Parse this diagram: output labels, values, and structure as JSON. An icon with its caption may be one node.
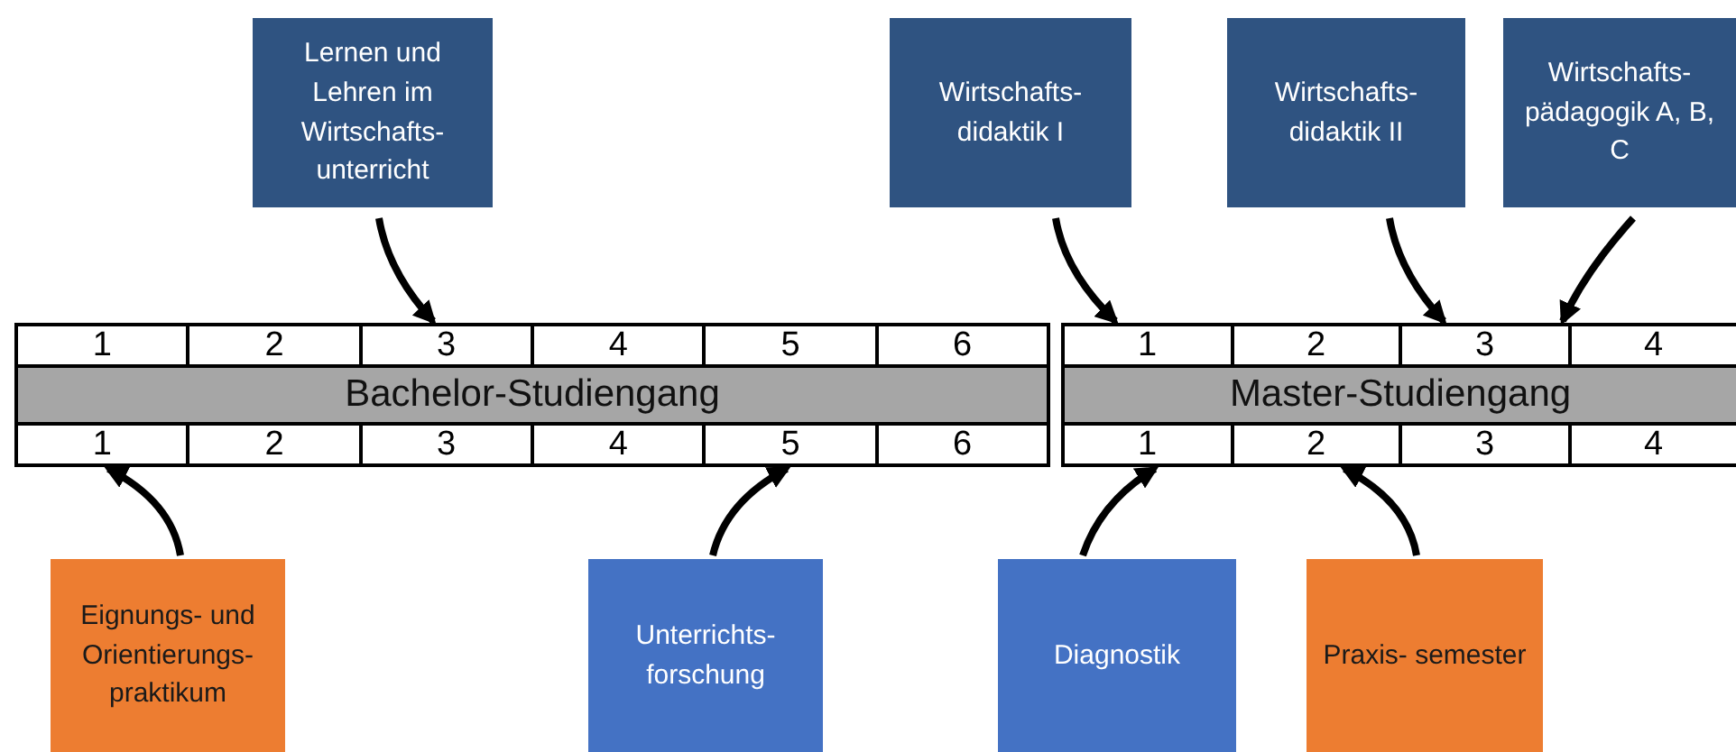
{
  "diagram": {
    "nodes": [
      {
        "text": [
          "Lernen und Lehren im Wirtschafts- unterricht"
        ]
      },
      {
        "text": [
          "Wirtschafts- didaktik I"
        ]
      },
      {
        "text": [
          "Wirtschafts- didaktik II"
        ]
      },
      {
        "text": [
          "Wirtschafts- pädagogik A, B, C"
        ]
      },
      {
        "text": [
          "1"
        ]
      },
      {
        "text": [
          "2"
        ]
      },
      {
        "text": [
          "3"
        ]
      },
      {
        "text": [
          "4"
        ]
      },
      {
        "text": [
          "5"
        ]
      },
      {
        "text": [
          "6"
        ]
      },
      {
        "text": [
          "1"
        ]
      },
      {
        "text": [
          "2"
        ]
      },
      {
        "text": [
          "3"
        ]
      },
      {
        "text": [
          "4"
        ]
      },
      {
        "text": [
          "Bachelor-Studiengang"
        ]
      },
      {
        "text": [
          "Master-Studiengang"
        ]
      },
      {
        "text": [
          "1"
        ]
      },
      {
        "text": [
          "2"
        ]
      },
      {
        "text": [
          "3"
        ]
      },
      {
        "text": [
          "4"
        ]
      },
      {
        "text": [
          "5"
        ]
      },
      {
        "text": [
          "6"
        ]
      },
      {
        "text": [
          "1"
        ]
      },
      {
        "text": [
          "2"
        ]
      },
      {
        "text": [
          "3"
        ]
      },
      {
        "text": [
          "4"
        ]
      },
      {
        "text": [
          "Eignungs- und Orientierungs- praktikum"
        ]
      },
      {
        "text": [
          "Unterrichts- forschung"
        ]
      },
      {
        "text": [
          "Diagnostik"
        ]
      },
      {
        "text": [
          "Praxis- semester"
        ]
      }
    ],
    "edges": [
      {
        "from": 0,
        "to": 6,
        "arrow": "to"
      },
      {
        "from": 1,
        "to": 10,
        "arrow": "to"
      },
      {
        "from": 2,
        "to": 12,
        "arrow": "to"
      },
      {
        "from": 3,
        "to": 12,
        "arrow": "to"
      },
      {
        "from": 26,
        "to": 16,
        "arrow": "to"
      },
      {
        "from": 27,
        "to": 20,
        "arrow": "to"
      },
      {
        "from": 28,
        "to": 22,
        "arrow": "to"
      },
      {
        "from": 29,
        "to": 23,
        "arrow": "to"
      }
    ]
  }
}
